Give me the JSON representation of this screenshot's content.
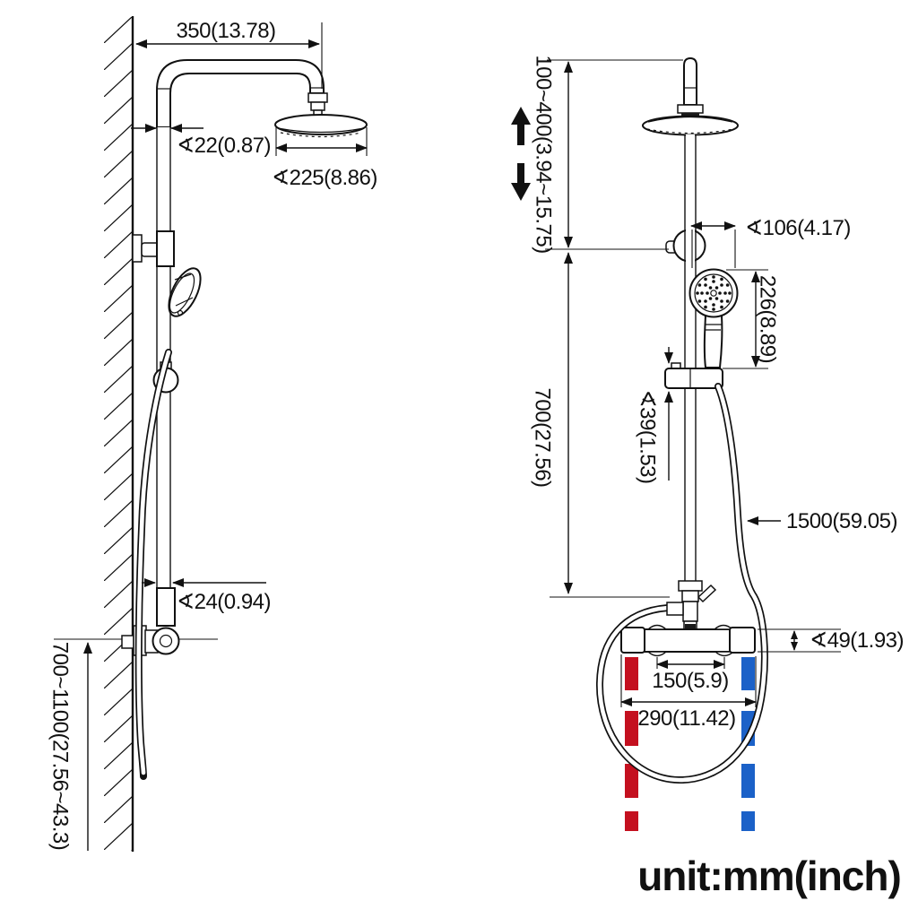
{
  "drawing": {
    "unit_note": "unit:mm(inch)",
    "side_view": {
      "arm_reach": "350(13.78)",
      "riser_diameter": "∢22(0.87)",
      "rain_head_diameter": "∢225(8.86)",
      "lower_riser_diameter": "∢24(0.94)",
      "valve_install_height": "700~1100(27.56~43.3)"
    },
    "front_view": {
      "height_adjust_range": "100~400(3.94~15.75)",
      "riser_length": "700(27.56)",
      "hand_shower_diameter": "∢106(4.17)",
      "hand_shower_length": "226(8.89)",
      "slide_bracket_size": "∢39(1.53)",
      "hose_length": "1500(59.05)",
      "valve_body_diameter": "∢49(1.93)",
      "inlet_center_distance": "150(5.9)",
      "valve_overall_width": "290(11.42)"
    },
    "colors": {
      "hot": "#c4101f",
      "cold": "#1b61c8"
    }
  }
}
